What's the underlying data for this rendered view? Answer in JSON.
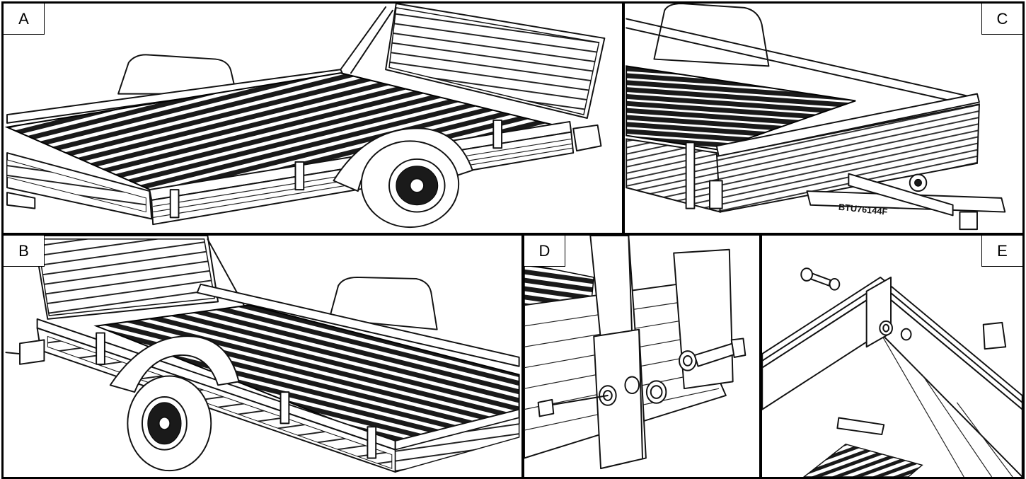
{
  "panels": {
    "a": {
      "label": "A"
    },
    "b": {
      "label": "B"
    },
    "c": {
      "label": "C",
      "decal": "BTU76144F"
    },
    "d": {
      "label": "D"
    },
    "e": {
      "label": "E"
    }
  },
  "colors": {
    "ink": "#111111",
    "paper": "#ffffff",
    "deck": "#1a1a1a"
  }
}
